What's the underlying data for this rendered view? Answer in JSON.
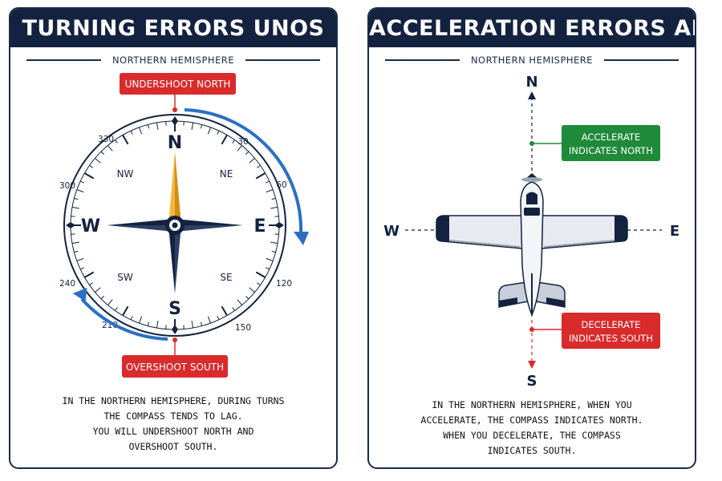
{
  "left": {
    "title": "TURNING ERRORS UNOS",
    "subtitle": "NORTHERN HEMISPHERE",
    "callout_top": "UNDERSHOOT NORTH",
    "callout_bottom": "OVERSHOOT SOUTH",
    "cardinals": {
      "n": "N",
      "e": "E",
      "s": "S",
      "w": "W"
    },
    "intercardinals": {
      "ne": "NE",
      "nw": "NW",
      "se": "SE",
      "sw": "SW"
    },
    "degrees": {
      "d30": "30",
      "d60": "60",
      "d120": "120",
      "d150": "150",
      "d210": "210",
      "d240": "240",
      "d300": "300",
      "d330": "330"
    },
    "caption": [
      "IN THE NORTHERN HEMISPHERE, DURING TURNS",
      "THE COMPASS TENDS TO LAG.",
      "YOU WILL UNDERSHOOT NORTH AND",
      "OVERSHOOT SOUTH."
    ]
  },
  "right": {
    "title": "ACCELERATION ERRORS ANDS",
    "subtitle": "NORTHERN HEMISPHERE",
    "cardinals": {
      "n": "N",
      "e": "E",
      "s": "S",
      "w": "W"
    },
    "callout_accel": [
      "ACCELERATE",
      "INDICATES NORTH"
    ],
    "callout_decel": [
      "DECELERATE",
      "INDICATES SOUTH"
    ],
    "caption": [
      "IN THE NORTHERN HEMISPHERE, WHEN YOU",
      "ACCELERATE, THE COMPASS INDICATES NORTH.",
      "WHEN YOU DECELERATE, THE COMPASS",
      "INDICATES SOUTH."
    ]
  },
  "colors": {
    "navy": "#13223f",
    "red": "#d92b2b",
    "green": "#1f8a3a",
    "blue": "#2a6fc4",
    "gold": "#e9a92a"
  }
}
